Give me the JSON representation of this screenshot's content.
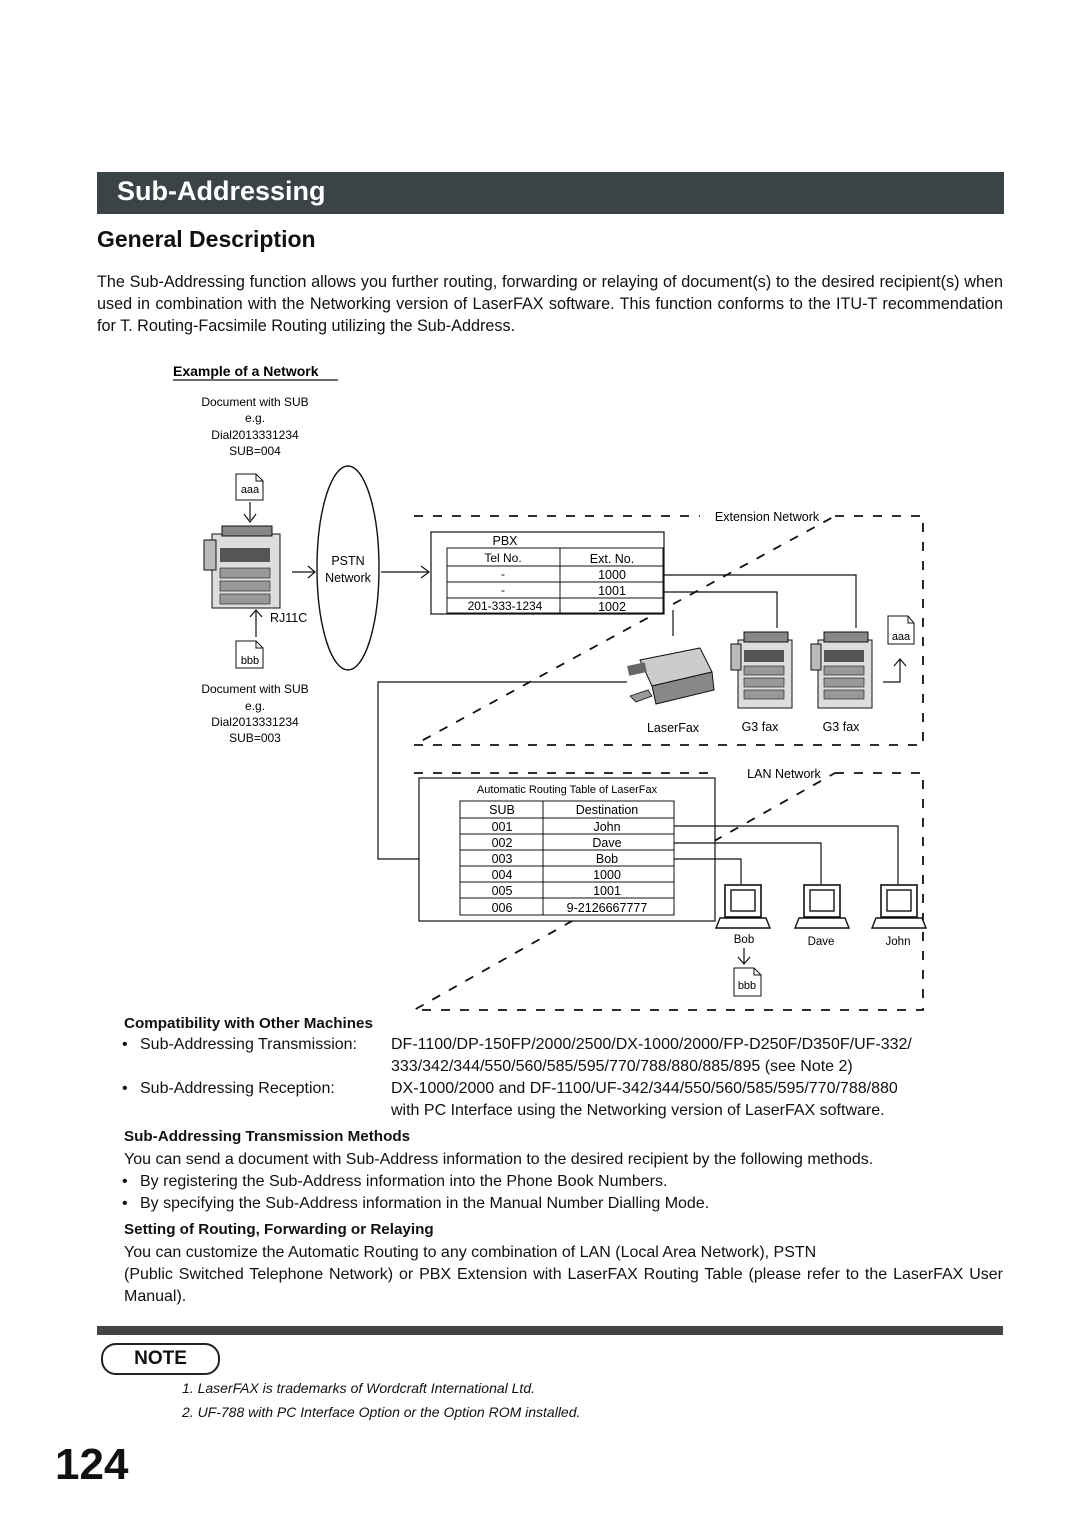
{
  "header": {
    "title": "Sub-Addressing"
  },
  "section": {
    "title": "General Description",
    "intro": "The Sub-Addressing function allows you further routing, forwarding or relaying of document(s) to the desired recipient(s) when used in combination with the Networking version of LaserFAX software.  This function conforms to the ITU-T recommendation for T. Routing-Facsimile Routing utilizing the Sub-Address."
  },
  "diagram": {
    "title": "Example of a Network",
    "doc_top": [
      "Document with SUB",
      "e.g.",
      "Dial2013331234",
      "SUB=004"
    ],
    "doc_bottom": [
      "Document with SUB",
      "e.g.",
      "Dial2013331234",
      "SUB=003"
    ],
    "doc_aaa": "aaa",
    "doc_bbb": "bbb",
    "pstn": [
      "PSTN",
      "Network"
    ],
    "rj11c": "RJ11C",
    "extension_label": "Extension Network",
    "lan_label": "LAN Network",
    "pbx": {
      "title": "PBX",
      "headers": [
        "Tel No.",
        "Ext. No."
      ],
      "rows": [
        [
          "-",
          "1000"
        ],
        [
          "-",
          "1001"
        ],
        [
          "201-333-1234",
          "1002"
        ]
      ]
    },
    "ext_devices": [
      "LaserFax",
      "G3 fax",
      "G3 fax"
    ],
    "routing": {
      "title": "Automatic Routing Table of LaserFax",
      "headers": [
        "SUB",
        "Destination"
      ],
      "rows": [
        [
          "001",
          "John"
        ],
        [
          "002",
          "Dave"
        ],
        [
          "003",
          "Bob"
        ],
        [
          "004",
          "1000"
        ],
        [
          "005",
          "1001"
        ],
        [
          "006",
          "9-2126667777"
        ]
      ]
    },
    "pcs": [
      "Bob",
      "Dave",
      "John"
    ]
  },
  "compat": {
    "title": "Compatibility with Other Machines",
    "tx_label": "Sub-Addressing Transmission:",
    "tx_line1": "DF-1100/DP-150FP/2000/2500/DX-1000/2000/FP-D250F/D350F/UF-332/",
    "tx_line2": "333/342/344/550/560/585/595/770/788/880/885/895 (see Note 2)",
    "rx_label": "Sub-Addressing Reception:",
    "rx_line1": "DX-1000/2000 and DF-1100/UF-342/344/550/560/585/595/770/788/880",
    "rx_line2": "with PC Interface using the Networking version of LaserFAX software."
  },
  "methods": {
    "title": "Sub-Addressing Transmission Methods",
    "text": "You can send a document with Sub-Address information to the desired recipient by the following methods.",
    "bullets": [
      "By registering the Sub-Address information into the Phone Book Numbers.",
      "By specifying the Sub-Address information in the Manual Number Dialling Mode."
    ]
  },
  "routing_setting": {
    "title": "Setting of Routing, Forwarding or Relaying",
    "line1": "You can customize the Automatic Routing to any combination of LAN (Local Area Network), PSTN",
    "line2": "(Public Switched Telephone Network) or PBX Extension with LaserFAX Routing Table (please refer to the LaserFAX User Manual)."
  },
  "note": {
    "label": "NOTE",
    "items": [
      "1.  LaserFAX is trademarks of Wordcraft International Ltd.",
      "2.  UF-788 with PC Interface Option or the Option ROM installed."
    ]
  },
  "page_number": "124"
}
